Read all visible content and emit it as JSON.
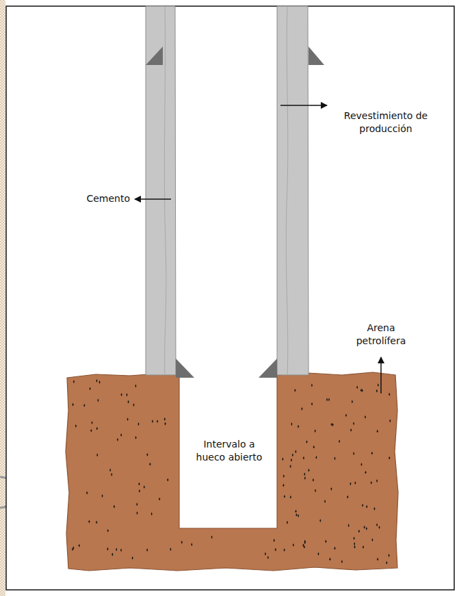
{
  "diagram": {
    "labels": [
      "Revestimiento de producción",
      "Cemento",
      "Arena petrolífera",
      "Intervalo a hueco abierto"
    ]
  }
}
